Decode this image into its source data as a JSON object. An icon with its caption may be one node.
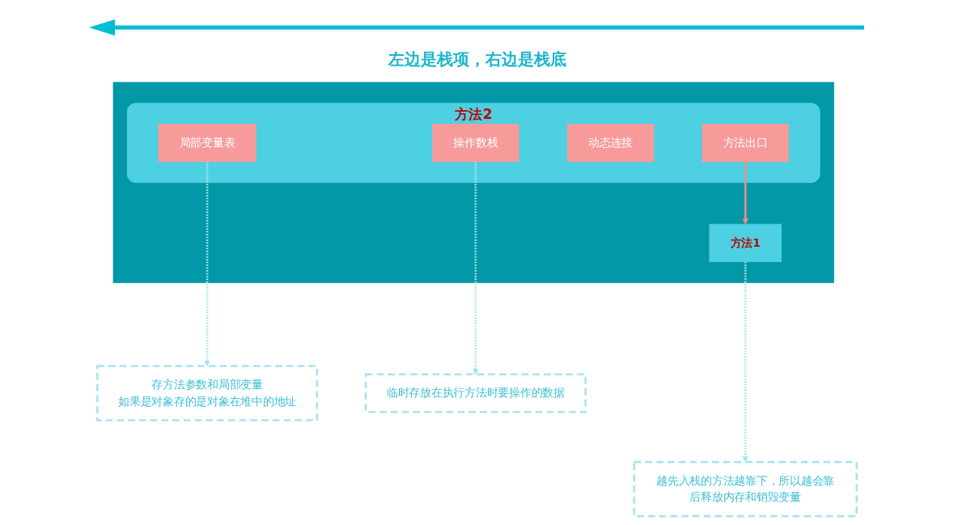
{
  "diagram": {
    "nodes": [
      {
        "text": [],
        "shape": "box"
      },
      {
        "text": [
          "方法2"
        ],
        "in": 0
      },
      {
        "text": [
          "局部变量表"
        ],
        "in": 1
      },
      {
        "text": [
          "操作数栈"
        ],
        "in": 1
      },
      {
        "text": [
          "动态连接"
        ],
        "in": 1
      },
      {
        "text": [
          "方法出口"
        ],
        "in": 1
      },
      {
        "text": [
          "方法1"
        ],
        "in": 0
      },
      {
        "text": [
          "存方法参数和局部变量",
          "如果是对象存的是对象在堆中的地址"
        ]
      },
      {
        "text": [
          "临时存放在执行方法时要操作的数据"
        ]
      },
      {
        "text": [
          "越先入栈的方法越靠下，所以越会靠后释放内存和销毁变量"
        ]
      }
    ],
    "edges": [
      {
        "from": 2,
        "to": 7,
        "arrow": "to",
        "style": "dashed"
      },
      {
        "from": 3,
        "to": 8,
        "arrow": "to",
        "style": "dashed"
      },
      {
        "from": 5,
        "to": 6,
        "arrow": "to",
        "color": "#f28b8b"
      },
      {
        "from": 6,
        "to": 9,
        "arrow": "to",
        "style": "dashed"
      }
    ],
    "labels": [
      "左边是栈项，右边是栈底"
    ]
  }
}
